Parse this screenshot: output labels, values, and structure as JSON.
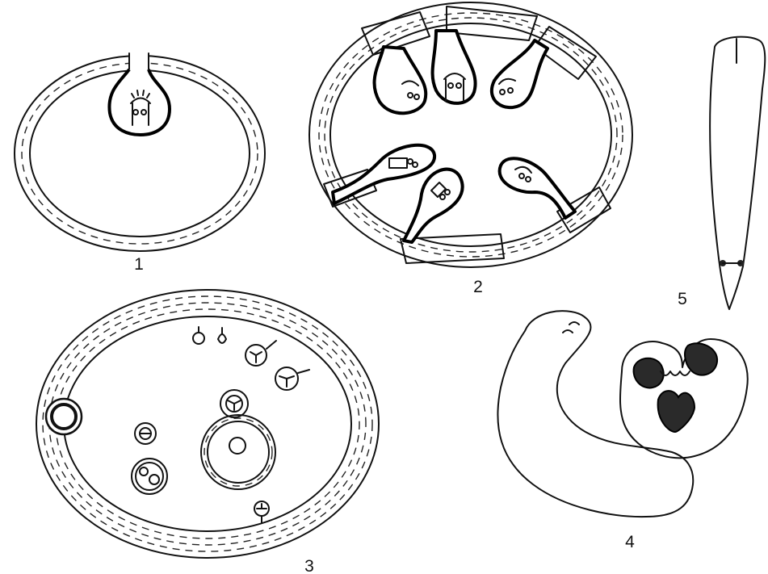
{
  "figure": {
    "labels": {
      "panel1": "1",
      "panel2": "2",
      "panel3": "3",
      "panel4": "4",
      "panel5": "5"
    },
    "colors": {
      "ink": "#111111",
      "paper": "#ffffff"
    }
  }
}
